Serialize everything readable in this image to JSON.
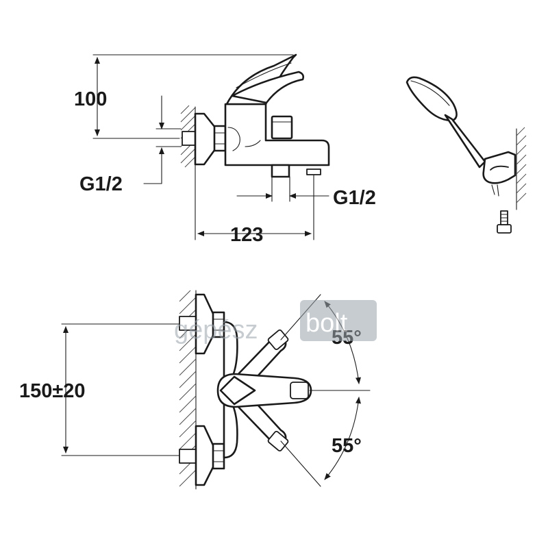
{
  "dimensions": {
    "height_top": "100",
    "thread_left": "G1/2",
    "thread_right": "G1/2",
    "width": "123",
    "spacing": "150±20",
    "angle_upper": "55°",
    "angle_lower": "55°"
  },
  "watermark": {
    "text_left": "gépész",
    "text_right": "bolt",
    "color": "#9aa4ad",
    "box_color": "#9aa4ad"
  },
  "colors": {
    "line": "#1a1a1a",
    "background": "#ffffff"
  }
}
